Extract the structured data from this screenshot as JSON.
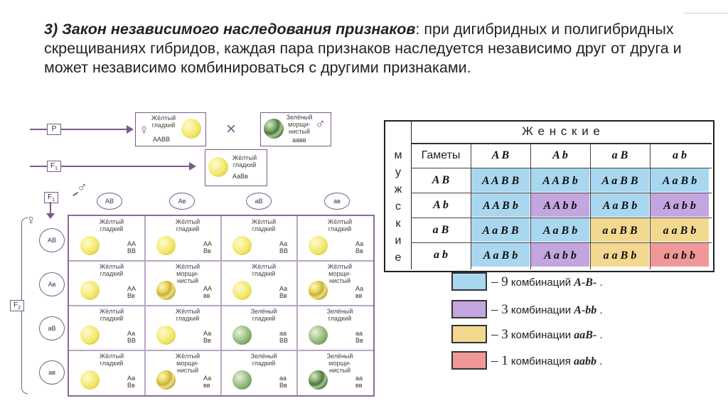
{
  "heading": {
    "bold": "3) Закон независимого наследования признаков",
    "rest": ": при дигибридных и полигибридных скрещиваниях гибридов, каждая пара признаков наследуется независимо друг от друга и может независимо комбинироваться с другими признаками."
  },
  "diagram": {
    "gen_labels": {
      "p": "P",
      "f1": "F",
      "f1_sub": "1",
      "f1b": "F",
      "f1b_sub": "1",
      "f2": "F",
      "f2_sub": "2"
    },
    "female_symbol": "♀",
    "male_symbol": "♂",
    "cross_symbol": "×",
    "parent_female": {
      "line1": "Жёлтый",
      "line2": "гладкий",
      "genotype": "ААВВ"
    },
    "parent_male": {
      "line1": "Зелёный",
      "line2": "морщи-",
      "line3": "нистый",
      "genotype": "аавв"
    },
    "f1": {
      "line1": "Жёлтый",
      "line2": "гладкий",
      "genotype": "АаВв"
    },
    "male_gametes": [
      "АВ",
      "Ав",
      "аВ",
      "ав"
    ],
    "female_gametes": [
      "АВ",
      "Ав",
      "аВ",
      "ав"
    ],
    "grid": [
      [
        {
          "l1": "Жёлтый",
          "l2": "гладкий",
          "l3": "",
          "g1": "АА",
          "g2": "ВВ",
          "pea": "yellow-smooth"
        },
        {
          "l1": "Жёлтый",
          "l2": "гладкий",
          "l3": "",
          "g1": "АА",
          "g2": "Вв",
          "pea": "yellow-smooth"
        },
        {
          "l1": "Жёлтый",
          "l2": "гладкий",
          "l3": "",
          "g1": "Аа",
          "g2": "ВВ",
          "pea": "yellow-smooth"
        },
        {
          "l1": "Жёлтый",
          "l2": "гладкий",
          "l3": "",
          "g1": "Аа",
          "g2": "Вв",
          "pea": "yellow-smooth"
        }
      ],
      [
        {
          "l1": "Жёлтый",
          "l2": "гладкий",
          "l3": "",
          "g1": "АА",
          "g2": "Вв",
          "pea": "yellow-smooth"
        },
        {
          "l1": "Жёлтый",
          "l2": "морщи-",
          "l3": "нистый",
          "g1": "АА",
          "g2": "вв",
          "pea": "yellow-wrinkled"
        },
        {
          "l1": "Жёлтый",
          "l2": "гладкий",
          "l3": "",
          "g1": "Аа",
          "g2": "Вв",
          "pea": "yellow-smooth"
        },
        {
          "l1": "Жёлтый",
          "l2": "морщи-",
          "l3": "нистый",
          "g1": "Аа",
          "g2": "вв",
          "pea": "yellow-wrinkled"
        }
      ],
      [
        {
          "l1": "Жёлтый",
          "l2": "гладкий",
          "l3": "",
          "g1": "Аа",
          "g2": "ВВ",
          "pea": "yellow-smooth"
        },
        {
          "l1": "Жёлтый",
          "l2": "гладкий",
          "l3": "",
          "g1": "Аа",
          "g2": "Вв",
          "pea": "yellow-smooth"
        },
        {
          "l1": "Зелёный",
          "l2": "гладкий",
          "l3": "",
          "g1": "аа",
          "g2": "ВВ",
          "pea": "green-smooth"
        },
        {
          "l1": "Зелёный",
          "l2": "гладкий",
          "l3": "",
          "g1": "аа",
          "g2": "Вв",
          "pea": "green-smooth"
        }
      ],
      [
        {
          "l1": "Жёлтый",
          "l2": "гладкий",
          "l3": "",
          "g1": "Аа",
          "g2": "Вв",
          "pea": "yellow-smooth"
        },
        {
          "l1": "Жёлтый",
          "l2": "морщи-",
          "l3": "нистый",
          "g1": "Аа",
          "g2": "вв",
          "pea": "yellow-wrinkled"
        },
        {
          "l1": "Зелёный",
          "l2": "гладкий",
          "l3": "",
          "g1": "аа",
          "g2": "Вв",
          "pea": "green-smooth"
        },
        {
          "l1": "Зелёный",
          "l2": "морщи-",
          "l3": "нистый",
          "g1": "аа",
          "g2": "вв",
          "pea": "green-wrinkled"
        }
      ]
    ]
  },
  "punnett": {
    "female_title": "Ж е н с к и е",
    "male_title": [
      "м",
      "у",
      "ж",
      "с",
      "к",
      "и",
      "е"
    ],
    "corner": "Гаметы",
    "col_gametes": [
      "A B",
      "A b",
      "a B",
      "a b"
    ],
    "row_gametes": [
      "A B",
      "A b",
      "a B",
      "a b"
    ],
    "cells": [
      [
        {
          "v": "A A B B",
          "c": "blue"
        },
        {
          "v": "A A B b",
          "c": "blue"
        },
        {
          "v": "A a B B",
          "c": "blue"
        },
        {
          "v": "A a B b",
          "c": "blue"
        }
      ],
      [
        {
          "v": "A A B b",
          "c": "blue"
        },
        {
          "v": "A A b b",
          "c": "purple"
        },
        {
          "v": "A a B b",
          "c": "blue"
        },
        {
          "v": "A a b b",
          "c": "purple"
        }
      ],
      [
        {
          "v": "A a B B",
          "c": "blue"
        },
        {
          "v": "A a B b",
          "c": "blue"
        },
        {
          "v": "a a B B",
          "c": "yellow"
        },
        {
          "v": "a a B b",
          "c": "yellow"
        }
      ],
      [
        {
          "v": "A a B b",
          "c": "blue"
        },
        {
          "v": "A a b b",
          "c": "purple"
        },
        {
          "v": "a a B b",
          "c": "yellow"
        },
        {
          "v": "a a b b",
          "c": "red"
        }
      ]
    ],
    "colors": {
      "blue": "#a9d7f0",
      "purple": "#c3a6e0",
      "yellow": "#f3d88f",
      "red": "#f09898"
    }
  },
  "legend": [
    {
      "num": "– 9",
      "word": "комбинаций",
      "formula": "A-B-",
      "end": ".",
      "color": "blue"
    },
    {
      "num": "– 3",
      "word": "комбинации",
      "formula": "A-bb",
      "end": ".",
      "color": "purple"
    },
    {
      "num": "– 3",
      "word": "комбинации",
      "formula": "aaB-",
      "end": ".",
      "color": "yellow"
    },
    {
      "num": "– 1",
      "word": "комбинация",
      "formula": "aabb",
      "end": ".",
      "color": "red"
    }
  ]
}
